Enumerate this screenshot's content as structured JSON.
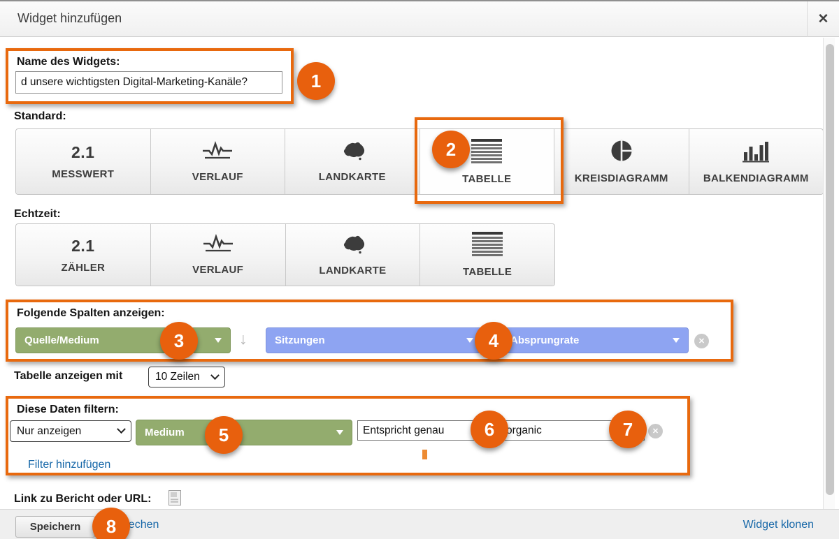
{
  "dialog": {
    "title": "Widget hinzufügen",
    "close": "✕"
  },
  "name_section": {
    "label": "Name des Widgets:",
    "value": "d unsere wichtigsten Digital-Marketing-Kanäle?"
  },
  "standard": {
    "label": "Standard:",
    "buttons": [
      {
        "label": "MESSWERT",
        "icon": "metric-2.1",
        "icon_text": "2.1"
      },
      {
        "label": "VERLAUF",
        "icon": "timeline-sparkline"
      },
      {
        "label": "LANDKARTE",
        "icon": "geomap-australia"
      },
      {
        "label": "TABELLE",
        "icon": "table-rows",
        "selected": true
      },
      {
        "label": "KREISDIAGRAMM",
        "icon": "pie-chart"
      },
      {
        "label": "BALKENDIAGRAMM",
        "icon": "bar-chart"
      }
    ]
  },
  "echtzeit": {
    "label": "Echtzeit:",
    "buttons": [
      {
        "label": "ZÄHLER",
        "icon": "counter-2.1",
        "icon_text": "2.1"
      },
      {
        "label": "VERLAUF",
        "icon": "timeline-sparkline"
      },
      {
        "label": "LANDKARTE",
        "icon": "geomap-australia"
      },
      {
        "label": "TABELLE",
        "icon": "table-rows"
      }
    ]
  },
  "columns": {
    "label": "Folgende Spalten anzeigen:",
    "dimension": "Quelle/Medium",
    "metrics": [
      "Sitzungen",
      "Absprungrate"
    ]
  },
  "table_rows": {
    "label": "Tabelle anzeigen mit",
    "value": "10 Zeilen"
  },
  "filter": {
    "label": "Diese Daten filtern:",
    "mode": "Nur anzeigen",
    "dimension": "Medium",
    "operator": "Entspricht genau",
    "value": "organic",
    "add_link": "Filter hinzufügen"
  },
  "link_section": {
    "label": "Link zu Bericht oder URL:"
  },
  "footer": {
    "save": "Speichern",
    "cancel": "Abbrechen",
    "clone": "Widget klonen"
  },
  "annotations": {
    "n1": "1",
    "n2": "2",
    "n3": "3",
    "n4": "4",
    "n5": "5",
    "n6": "6",
    "n7": "7",
    "n8": "8"
  },
  "colors": {
    "accent_orange": "#E8600D",
    "dimension_green": "#93AC6E",
    "metric_blue": "#8EA4F2",
    "link_blue": "#1667A8"
  }
}
